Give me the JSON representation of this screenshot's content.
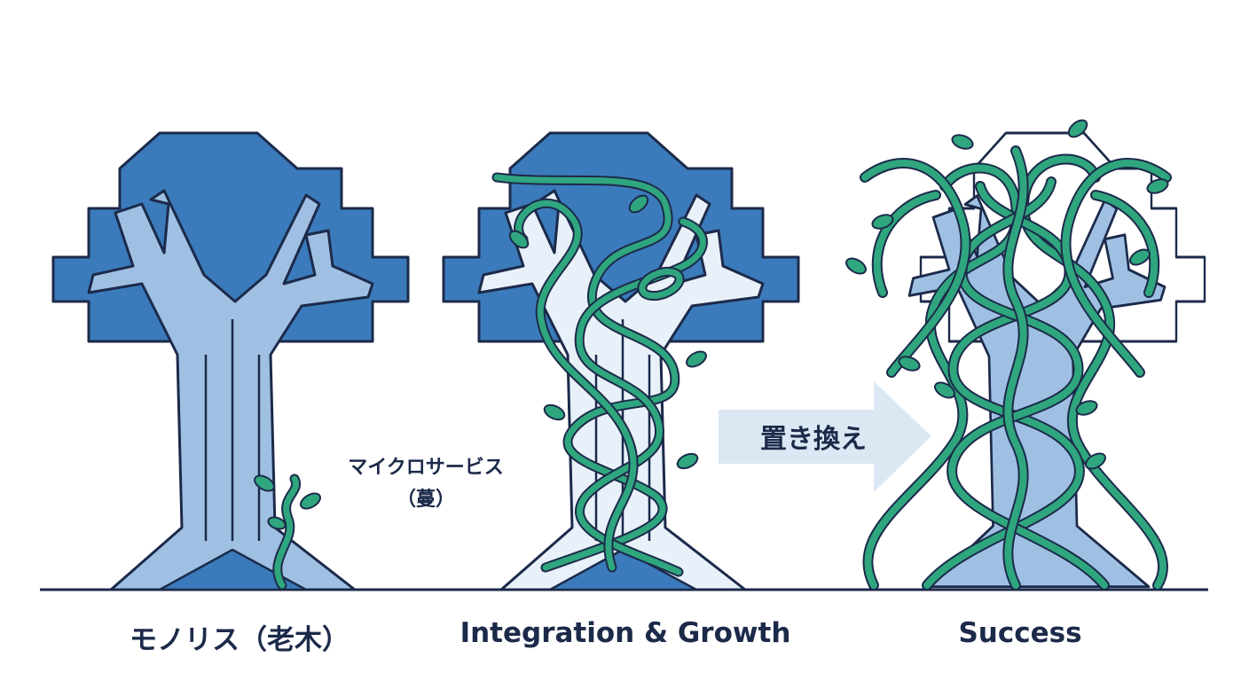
{
  "captions": {
    "monolith": "モノリス（老木）",
    "integration": "Integration & Growth",
    "success": "Success"
  },
  "vine_label": {
    "line1": "マイクロサービス",
    "line2": "（蔓）"
  },
  "arrow_label": "置き換え",
  "colors": {
    "canopy": "#3b7bbb",
    "trunk_old": "#9fc0e2",
    "trunk_pale": "#e8f0f9",
    "vine": "#2fa67e",
    "outline": "#1c2a4a",
    "arrow": "#dbe8f4"
  }
}
